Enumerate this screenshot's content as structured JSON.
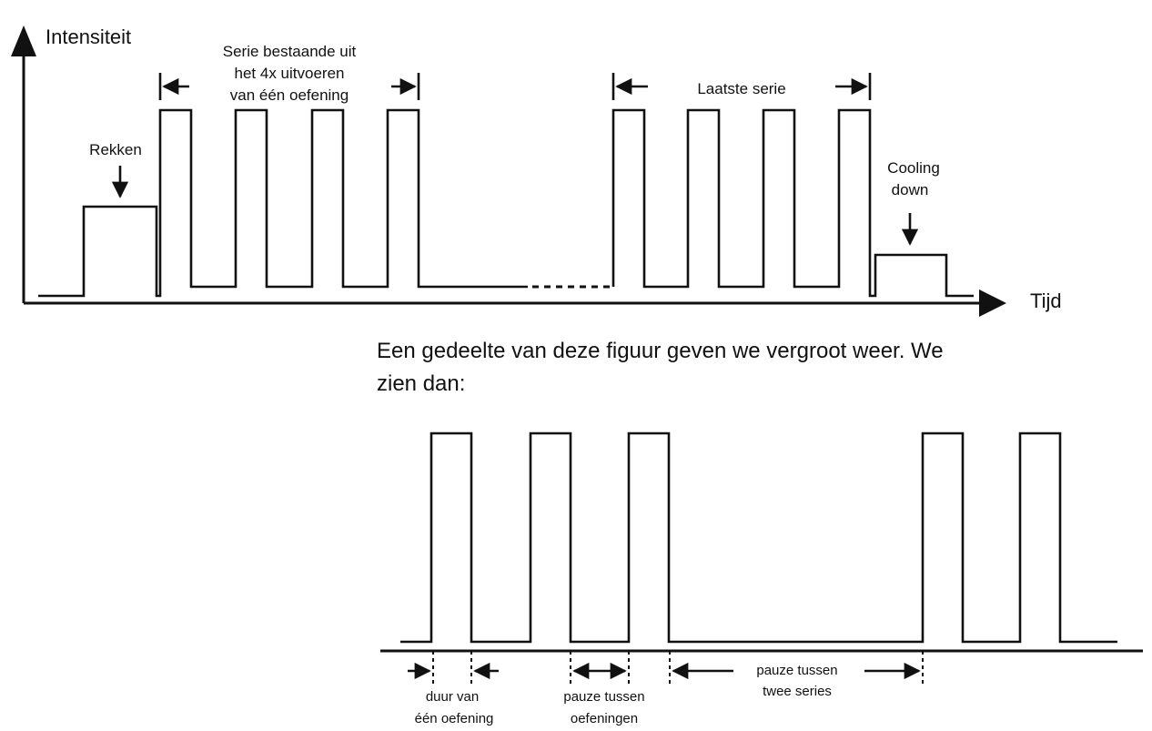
{
  "top": {
    "y_label": "Intensiteit",
    "x_label": "Tijd",
    "warmup_label": "Rekken",
    "series_label_lines": [
      "Serie bestaande uit",
      "het 4x uitvoeren",
      "van één oefening"
    ],
    "last_series_label": "Laatste serie",
    "cooldown_label_lines": [
      "Cooling",
      "down"
    ]
  },
  "caption_lines": [
    "Een gedeelte van deze figuur geven we vergroot weer. We",
    "zien dan:"
  ],
  "bottom": {
    "duration_label_lines": [
      "duur van",
      "één oefening"
    ],
    "pause_exercises_label_lines": [
      "pauze tussen",
      "oefeningen"
    ],
    "pause_series_label_lines": [
      "pauze tussen",
      "twee series"
    ]
  }
}
